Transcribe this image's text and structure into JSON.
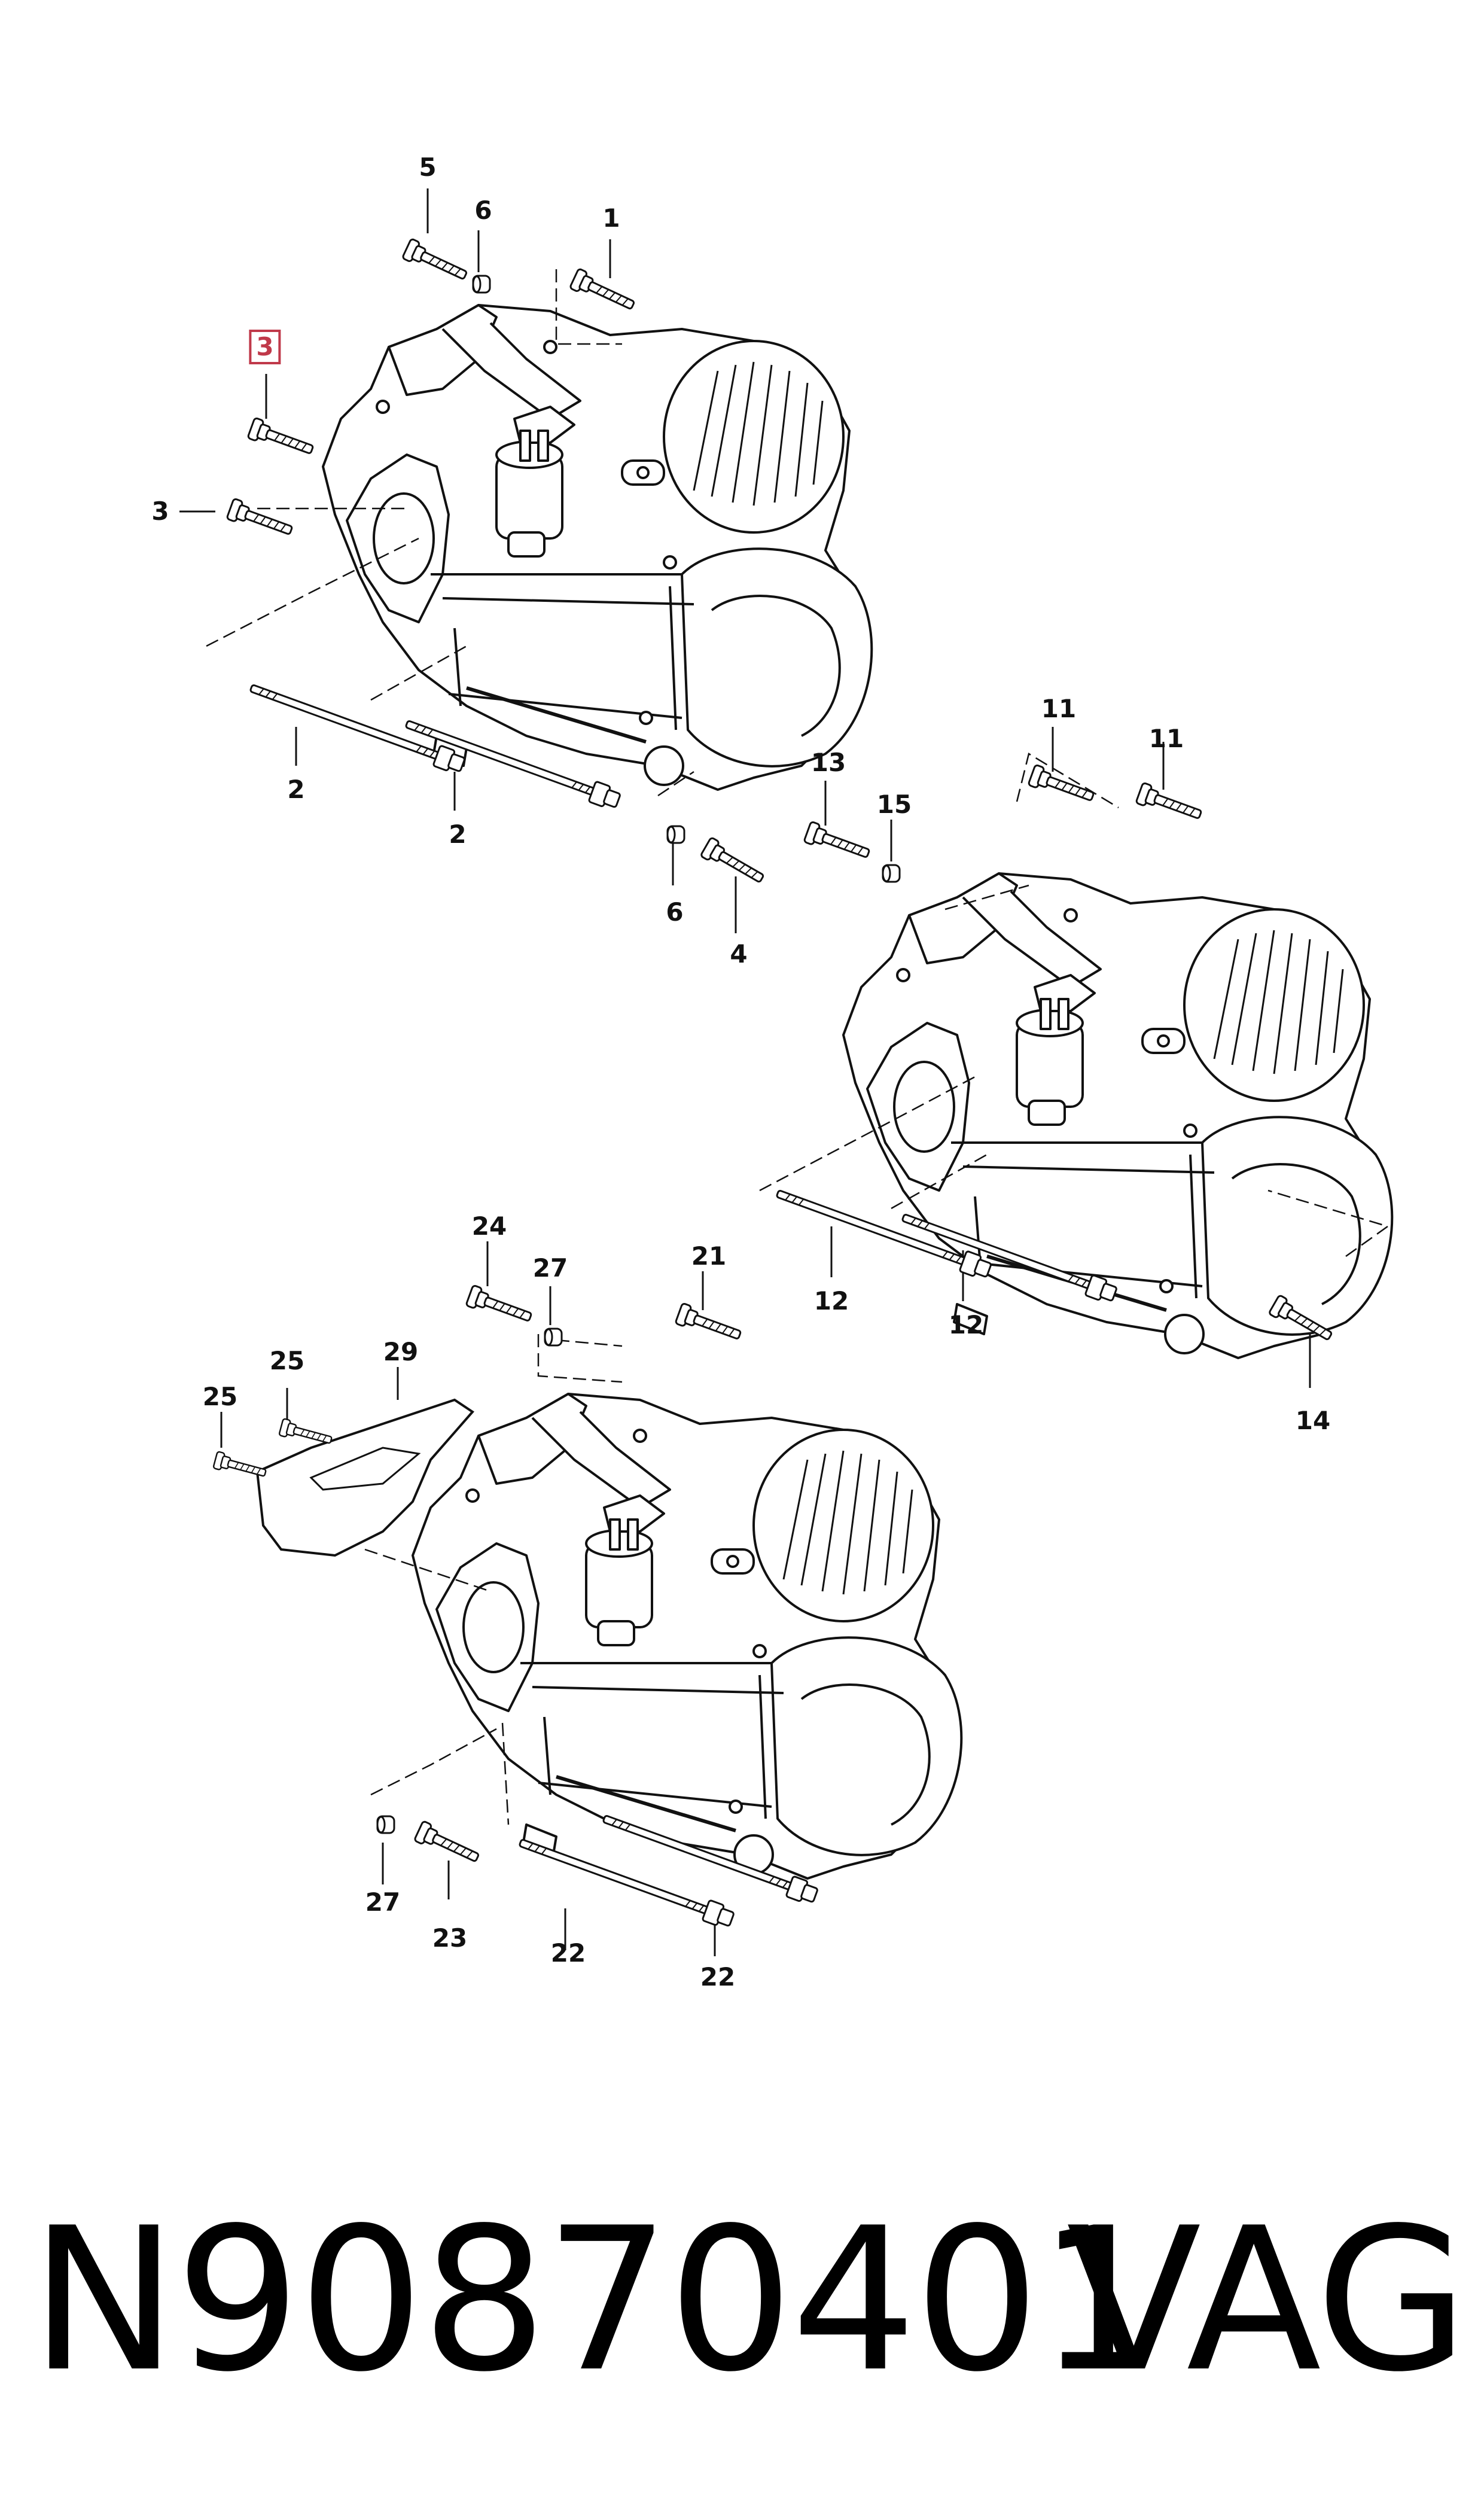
{
  "callouts": {
    "c1": "1",
    "c2a": "2",
    "c2b": "2",
    "c3_highlighted": "3",
    "c3": "3",
    "c4": "4",
    "c5": "5",
    "c6a": "6",
    "c6b": "6",
    "c11a": "11",
    "c11b": "11",
    "c12a": "12",
    "c12b": "12",
    "c13": "13",
    "c14": "14",
    "c15": "15",
    "c21": "21",
    "c22a": "22",
    "c22b": "22",
    "c23": "23",
    "c24": "24",
    "c25a": "25",
    "c25b": "25",
    "c27a": "27",
    "c27b": "27",
    "c29": "29"
  },
  "footer": {
    "part_number": "N90870401",
    "brand": "VAG"
  },
  "colors": {
    "line": "#111111",
    "highlight": "#c0394a",
    "background": "#ffffff"
  }
}
